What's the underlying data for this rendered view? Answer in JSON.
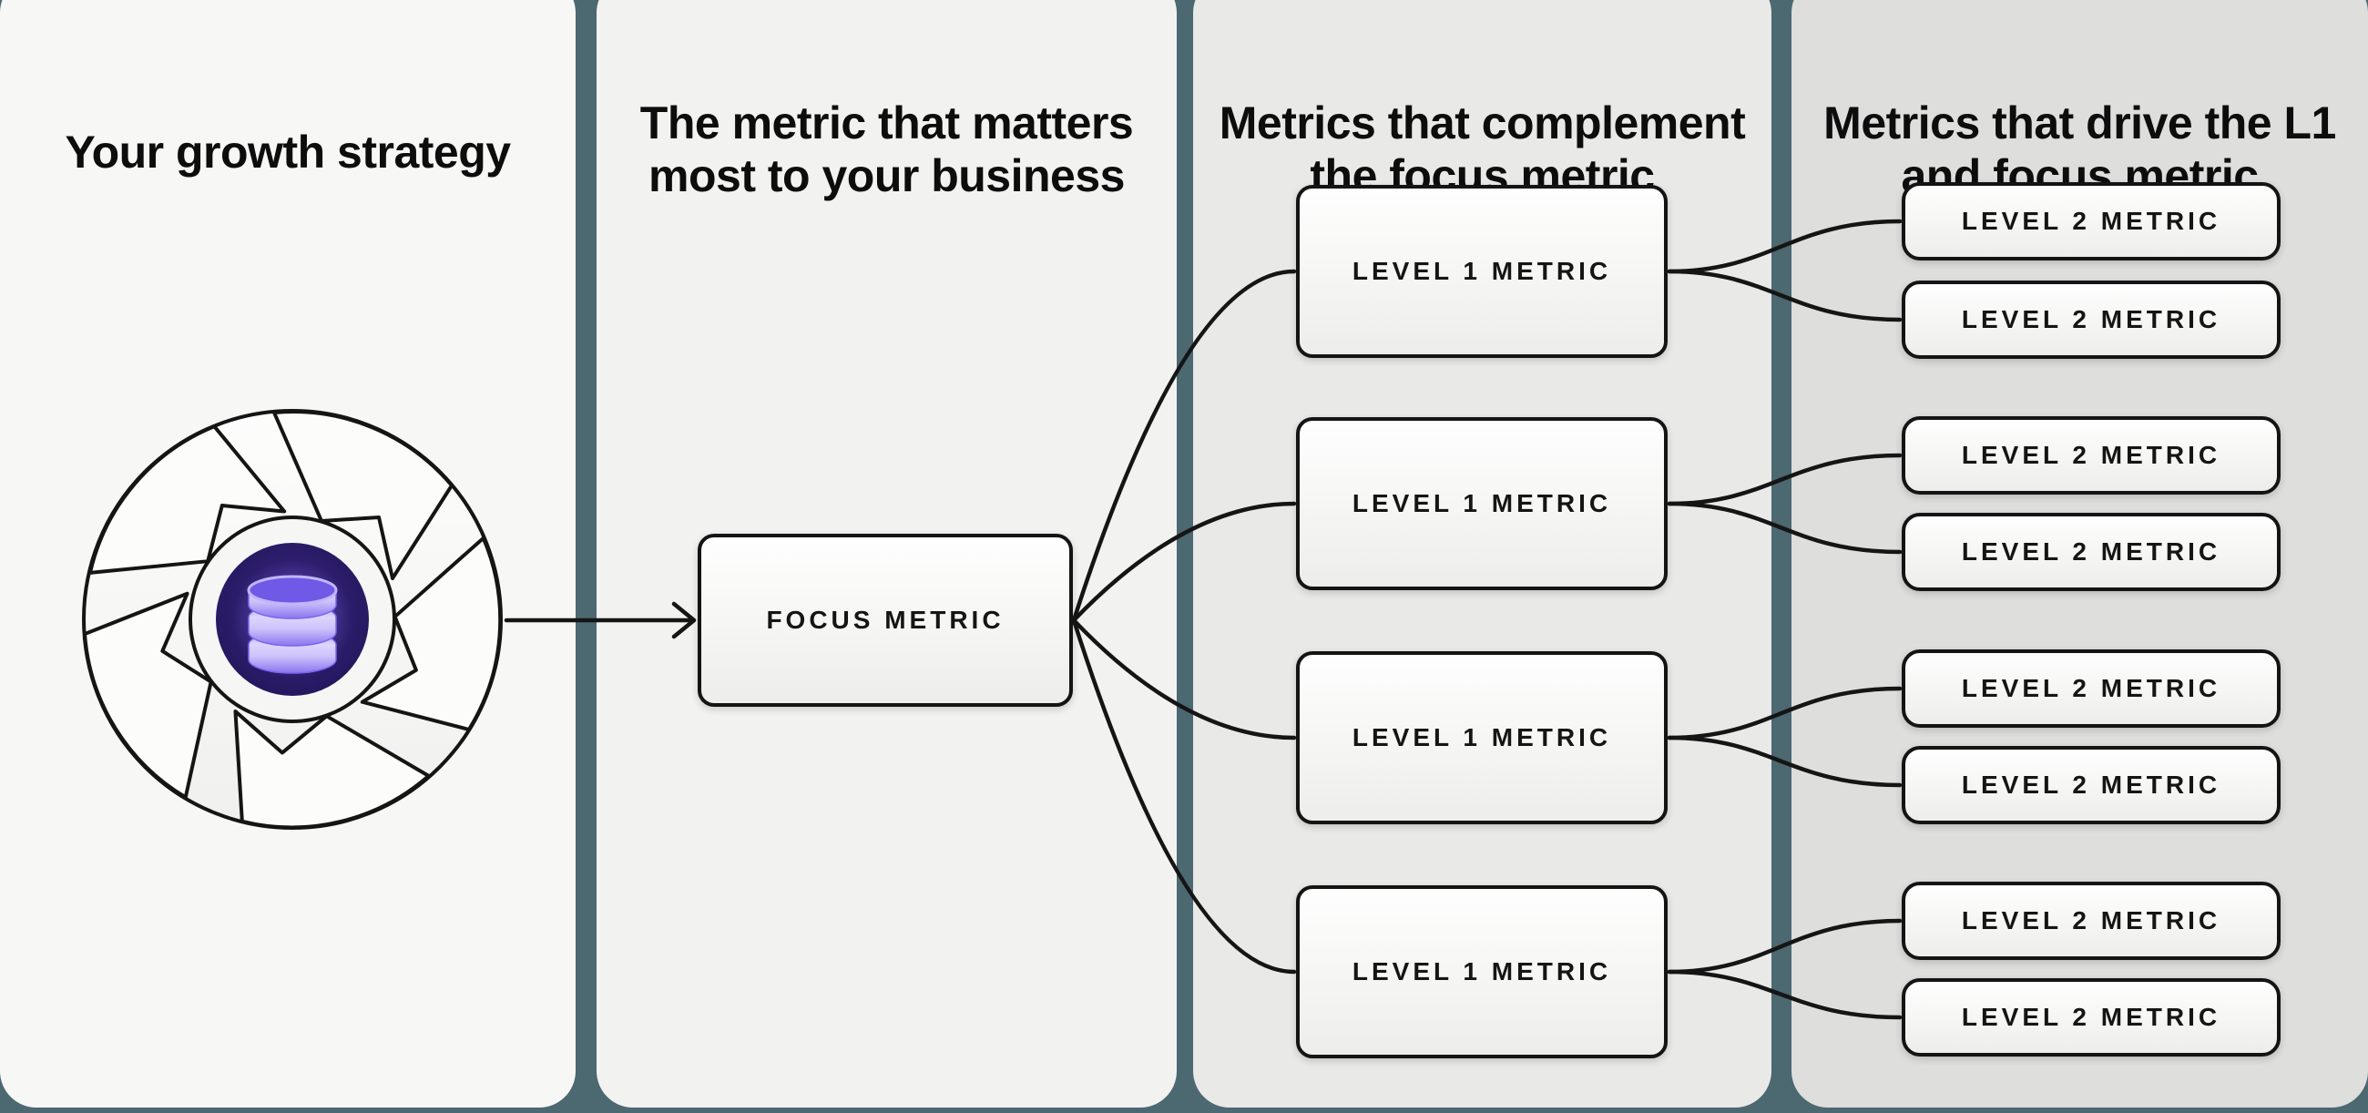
{
  "background_color": "#4c6871",
  "columns": [
    {
      "title_lines": [
        "Your growth strategy"
      ],
      "panel_color": "#f7f7f6"
    },
    {
      "title_lines": [
        "The metric that matters",
        "most to your business"
      ],
      "panel_color": "#f2f2f1"
    },
    {
      "title_lines": [
        "Metrics that complement",
        "the focus metric"
      ],
      "panel_color": "#e9e9e8"
    },
    {
      "title_lines": [
        "Metrics that drive the L1",
        "and focus metric"
      ],
      "panel_color": "#dededd"
    }
  ],
  "focus_box": {
    "label": "FOCUS METRIC"
  },
  "l1_boxes": [
    {
      "label": "LEVEL 1 METRIC"
    },
    {
      "label": "LEVEL 1 METRIC"
    },
    {
      "label": "LEVEL 1 METRIC"
    },
    {
      "label": "LEVEL 1 METRIC"
    }
  ],
  "l2_boxes": [
    {
      "label": "LEVEL 2 METRIC"
    },
    {
      "label": "LEVEL 2 METRIC"
    },
    {
      "label": "LEVEL 2 METRIC"
    },
    {
      "label": "LEVEL 2 METRIC"
    },
    {
      "label": "LEVEL 2 METRIC"
    },
    {
      "label": "LEVEL 2 METRIC"
    },
    {
      "label": "LEVEL 2 METRIC"
    },
    {
      "label": "LEVEL 2 METRIC"
    }
  ],
  "icons": {
    "growth_loop": "aperture-turbine-loop",
    "database": "stacked-database-cylinder",
    "arrow": "right-arrow"
  },
  "colors": {
    "box_border": "#141414",
    "connector": "#151515",
    "accent_purple": "#6f59e6",
    "purple_circle": "#2b1c69",
    "db_light": "#cdc2fb"
  }
}
